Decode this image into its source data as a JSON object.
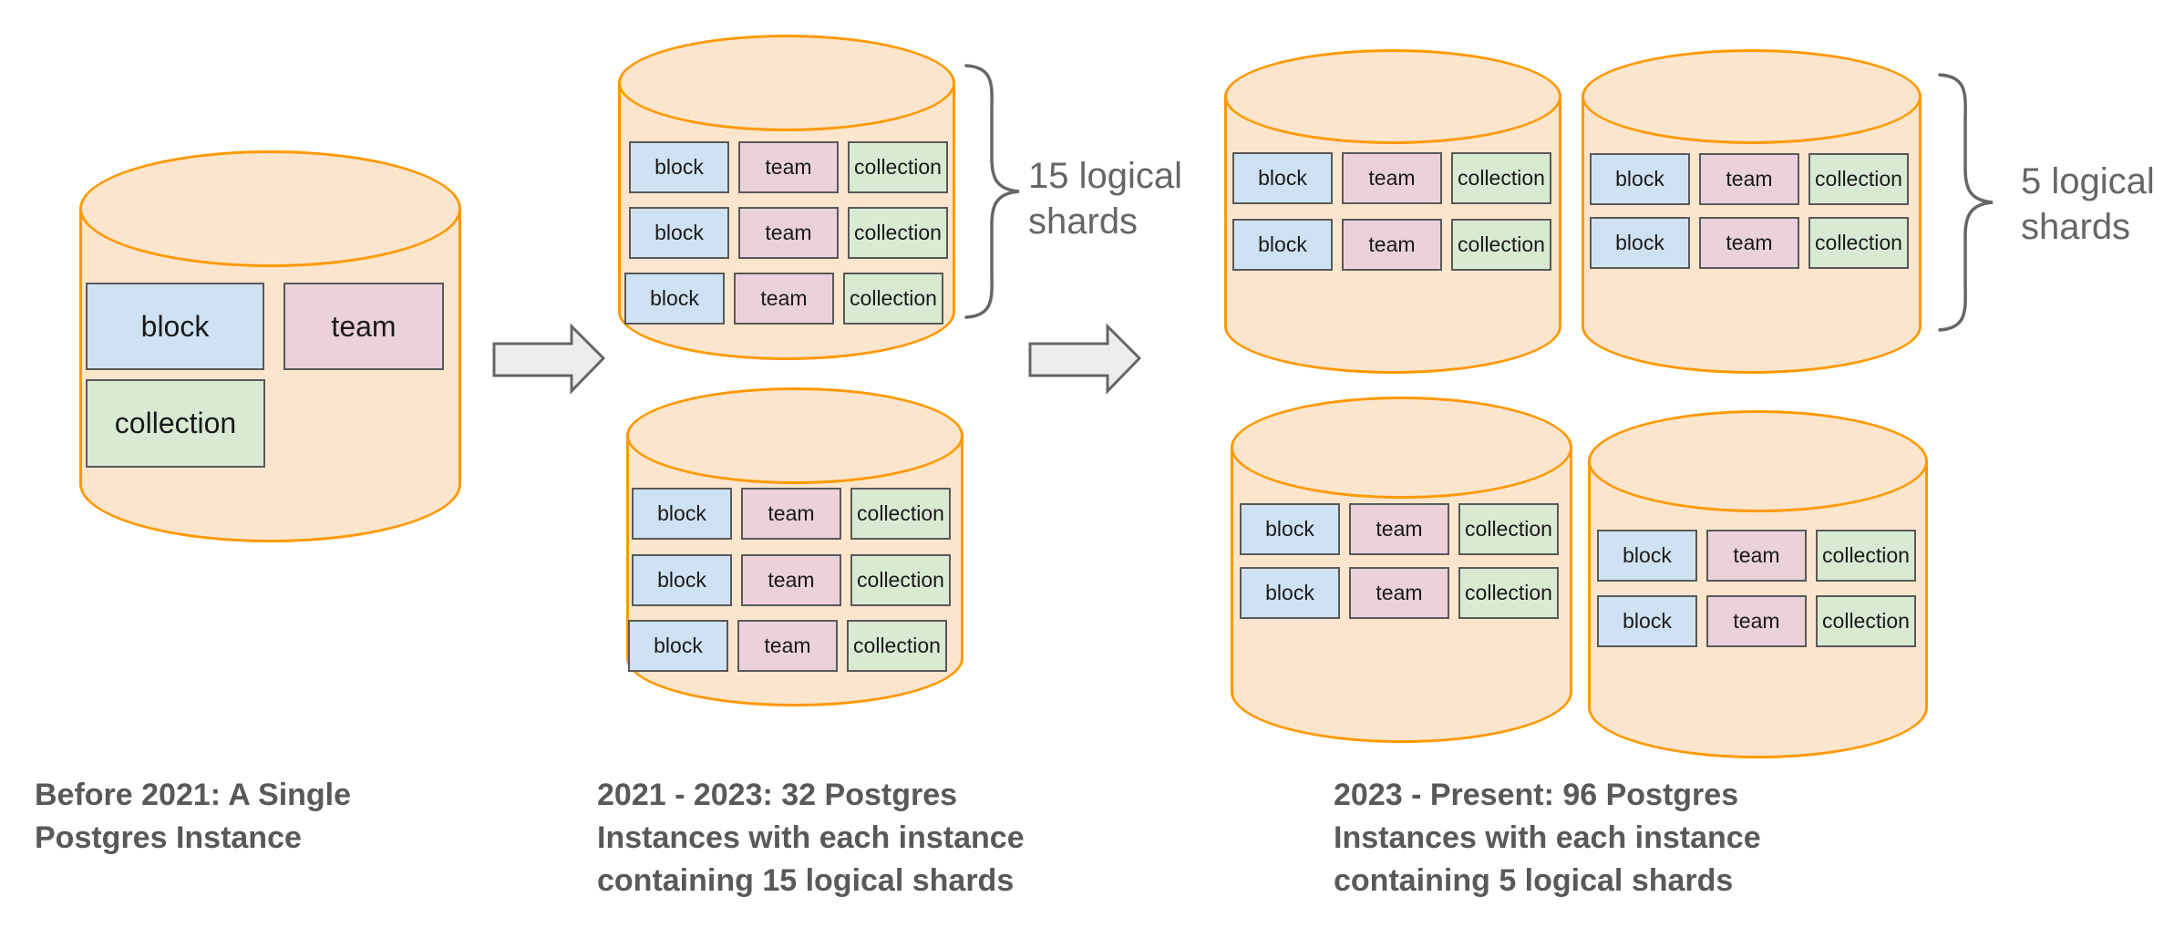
{
  "table_names": [
    "block",
    "team",
    "collection"
  ],
  "stage1": {
    "caption_lines": [
      "Before 2021: A Single",
      "Postgres Instance"
    ],
    "cylinders_depicted": 1
  },
  "stage2": {
    "caption_lines": [
      "2021 - 2023: 32 Postgres",
      "Instances with each instance",
      "containing 15 logical shards"
    ],
    "brace_label_lines": [
      "15 logical",
      "shards"
    ],
    "cylinders_depicted": 2,
    "shard_rows_per_cylinder_depicted": 3
  },
  "stage3": {
    "caption_lines": [
      "2023 - Present: 96 Postgres",
      "Instances with each instance",
      "containing 5 logical shards"
    ],
    "brace_label_lines": [
      "5 logical",
      "shards"
    ],
    "cylinders_depicted": 4,
    "shard_rows_per_cylinder_depicted": 2
  },
  "colors": {
    "cylinder_fill": "#fce5cd",
    "cylinder_stroke": "#ff9900",
    "block_fill": "#cfe2f3",
    "team_fill": "#ead1dc",
    "collection_fill": "#d9ead3",
    "box_border": "#595959",
    "caption_text": "#595959",
    "brace_label_text": "#666666",
    "arrow_fill": "#ededed",
    "arrow_stroke": "#666666",
    "brace_stroke": "#666666"
  }
}
